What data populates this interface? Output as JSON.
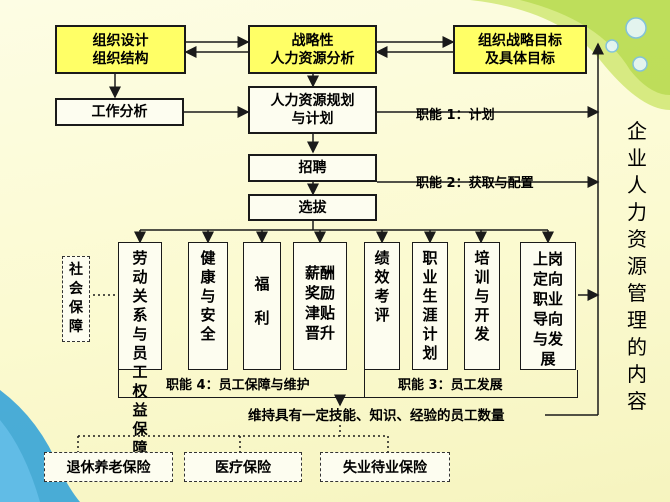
{
  "top": {
    "org_design": "组织设计",
    "org_structure": "组织结构",
    "strategy_line1": "战略性",
    "strategy_line2": "人力资源分析",
    "goal_line1": "组织战略目标",
    "goal_line2": "及具体目标"
  },
  "job_analysis": "工作分析",
  "planning_line1": "人力资源规划",
  "planning_line2": "与计划",
  "func1": "职能 1：计划",
  "recruit": "招聘",
  "select": "选拔",
  "func2": "职能 2：获取与配置",
  "activities": [
    "劳动关系与员工权益保障",
    "健康与安全",
    "福利",
    "薪酬奖励津贴晋升",
    "绩效考评",
    "职业生涯计划",
    "培训与开发",
    "上岗定向职业导向与发展"
  ],
  "func4": "职能 4：员工保障与维护",
  "func3": "职能 3：员工发展",
  "social_security": "社会保障",
  "workforce": "维持具有一定技能、知识、经验的员工数量",
  "insurance": [
    "退休养老保险",
    "医疗保险",
    "失业待业保险"
  ],
  "side_title": "企业人力资源管理的内容"
}
